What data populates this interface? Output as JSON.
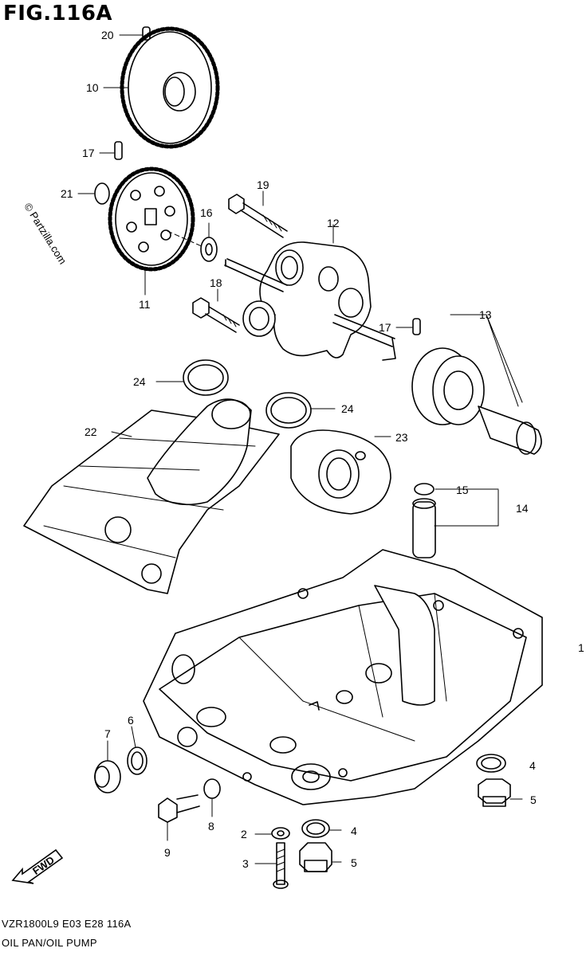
{
  "figure": {
    "title": "FIG.116A",
    "copyright": "© Partzilla.com"
  },
  "footer": {
    "code": "VZR1800L9  E03  E28  116A",
    "name": "OIL PAN/OIL PUMP"
  },
  "fwd_label": "FWD",
  "callouts": [
    {
      "id": "c20",
      "text": "20"
    },
    {
      "id": "c10",
      "text": "10"
    },
    {
      "id": "c17a",
      "text": "17"
    },
    {
      "id": "c21",
      "text": "21"
    },
    {
      "id": "c11",
      "text": "11"
    },
    {
      "id": "c16",
      "text": "16"
    },
    {
      "id": "c19",
      "text": "19"
    },
    {
      "id": "c12",
      "text": "12"
    },
    {
      "id": "c18",
      "text": "18"
    },
    {
      "id": "c17b",
      "text": "17"
    },
    {
      "id": "c13",
      "text": "13"
    },
    {
      "id": "c24a",
      "text": "24"
    },
    {
      "id": "c24b",
      "text": "24"
    },
    {
      "id": "c22",
      "text": "22"
    },
    {
      "id": "c23",
      "text": "23"
    },
    {
      "id": "c15",
      "text": "15"
    },
    {
      "id": "c14",
      "text": "14"
    },
    {
      "id": "c1",
      "text": "1"
    },
    {
      "id": "c7",
      "text": "7"
    },
    {
      "id": "c6",
      "text": "6"
    },
    {
      "id": "c4a",
      "text": "4"
    },
    {
      "id": "c5a",
      "text": "5"
    },
    {
      "id": "c8",
      "text": "8"
    },
    {
      "id": "c9",
      "text": "9"
    },
    {
      "id": "c2",
      "text": "2"
    },
    {
      "id": "c4b",
      "text": "4"
    },
    {
      "id": "c3",
      "text": "3"
    },
    {
      "id": "c5b",
      "text": "5"
    }
  ],
  "colors": {
    "ink": "#000000",
    "paper": "#ffffff"
  }
}
